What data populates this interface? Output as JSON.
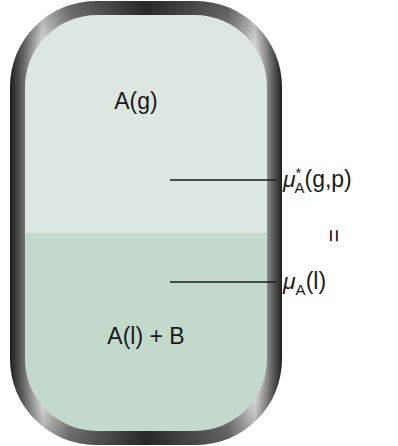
{
  "diagram": {
    "nodes": [
      {
        "text": [
          "A(g)"
        ]
      },
      {
        "text": [
          "A(l) + B"
        ]
      }
    ],
    "labels": [
      "μ*A(g,p)",
      "=",
      "μA(l)"
    ]
  }
}
